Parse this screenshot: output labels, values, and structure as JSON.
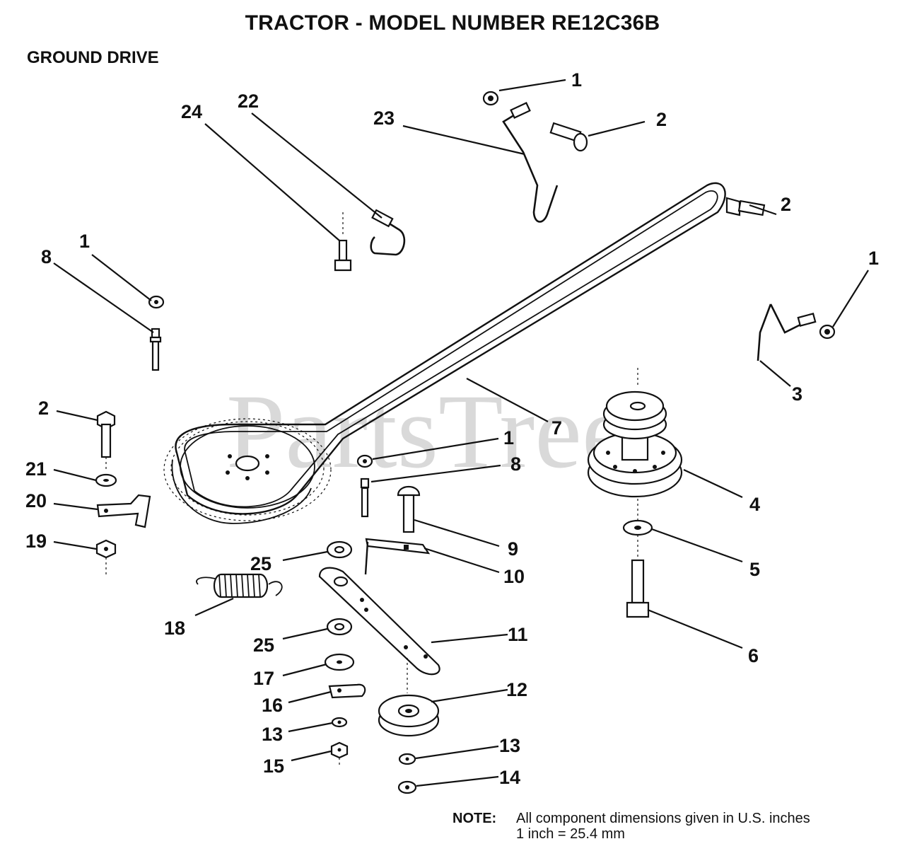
{
  "header": {
    "title": "TRACTOR  - MODEL NUMBER RE12C36B",
    "section": "GROUND DRIVE"
  },
  "watermark": "PartsTree",
  "callouts": [
    {
      "id": "c1a",
      "text": "1"
    },
    {
      "id": "c2a",
      "text": "2"
    },
    {
      "id": "c23",
      "text": "23"
    },
    {
      "id": "c24",
      "text": "24"
    },
    {
      "id": "c22",
      "text": "22"
    },
    {
      "id": "c1b",
      "text": "1"
    },
    {
      "id": "c8a",
      "text": "8"
    },
    {
      "id": "c2b",
      "text": "2"
    },
    {
      "id": "c1c",
      "text": "1"
    },
    {
      "id": "c3",
      "text": "3"
    },
    {
      "id": "c7",
      "text": "7"
    },
    {
      "id": "c2c",
      "text": "2"
    },
    {
      "id": "c21",
      "text": "21"
    },
    {
      "id": "c20",
      "text": "20"
    },
    {
      "id": "c19",
      "text": "19"
    },
    {
      "id": "c1d",
      "text": "1"
    },
    {
      "id": "c8b",
      "text": "8"
    },
    {
      "id": "c4",
      "text": "4"
    },
    {
      "id": "c5",
      "text": "5"
    },
    {
      "id": "c9",
      "text": "9"
    },
    {
      "id": "c10",
      "text": "10"
    },
    {
      "id": "c25a",
      "text": "25"
    },
    {
      "id": "c18",
      "text": "18"
    },
    {
      "id": "c11",
      "text": "11"
    },
    {
      "id": "c25b",
      "text": "25"
    },
    {
      "id": "c6",
      "text": "6"
    },
    {
      "id": "c17",
      "text": "17"
    },
    {
      "id": "c12",
      "text": "12"
    },
    {
      "id": "c16",
      "text": "16"
    },
    {
      "id": "c13a",
      "text": "13"
    },
    {
      "id": "c13b",
      "text": "13"
    },
    {
      "id": "c15",
      "text": "15"
    },
    {
      "id": "c14",
      "text": "14"
    }
  ],
  "note": {
    "label": "NOTE:",
    "line1": "All component dimensions given in U.S. inches",
    "line2": "1 inch = 25.4 mm"
  }
}
